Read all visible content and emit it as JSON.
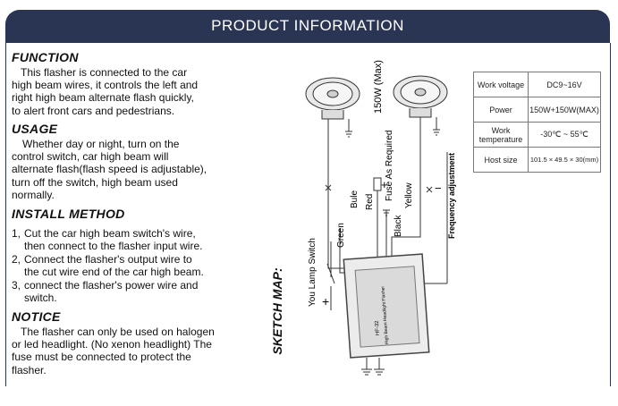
{
  "banner": {
    "title": "PRODUCT INFORMATION"
  },
  "function": {
    "heading": "FUNCTION",
    "text": "This flasher is connected to the car\nhigh beam wires, it controls the left and\nright high beam alternate flash quickly,\nto alert front cars and pedestrians."
  },
  "usage": {
    "heading": "USAGE",
    "text": "Whether day or night, turn on the\ncontrol switch, car high beam will\nalternate flash(flash speed is adjustable),\nturn off the switch, high beam used\nnormally."
  },
  "install": {
    "heading": "INSTALL METHOD",
    "items": [
      {
        "num": "1,",
        "text": "Cut the car high beam switch's wire,\nthen connect to the flasher input wire."
      },
      {
        "num": "2,",
        "text": "Connect the flasher's output wire to\nthe cut wire end of the car high beam."
      },
      {
        "num": "3,",
        "text": "connect the flasher's power wire and\nswitch."
      }
    ]
  },
  "notice": {
    "heading": "NOTICE",
    "text": "The flasher can only be used on halogen\nor led headlight. (No xenon headlight) The\nfuse must be connected to protect the\nflasher."
  },
  "sketch": {
    "title": "SKETCH MAP:",
    "lamp_label": "150W (Max)",
    "wire_green": "Green",
    "wire_blue": "Bule",
    "wire_red": "Red",
    "wire_black": "Black",
    "wire_yellow": "Yellow",
    "fuse": "Fuse As Required",
    "switch": "You Lamp Switch",
    "frequency": "Frequency adjustment",
    "plus": "+",
    "minus": "−",
    "module_line1": "HF-32",
    "module_line2": "High Beam Headlight Flasher"
  },
  "specs": [
    {
      "key": "Work voltage",
      "value": "DC9~16V"
    },
    {
      "key": "Power",
      "value": "150W+150W(MAX)"
    },
    {
      "key": "Work temperature",
      "value": "-30℃ ~ 55℃"
    },
    {
      "key": "Host size",
      "value": "101.5 × 49.5 × 30(mm)"
    }
  ],
  "colors": {
    "banner": "#2a3554",
    "text": "#111111"
  }
}
